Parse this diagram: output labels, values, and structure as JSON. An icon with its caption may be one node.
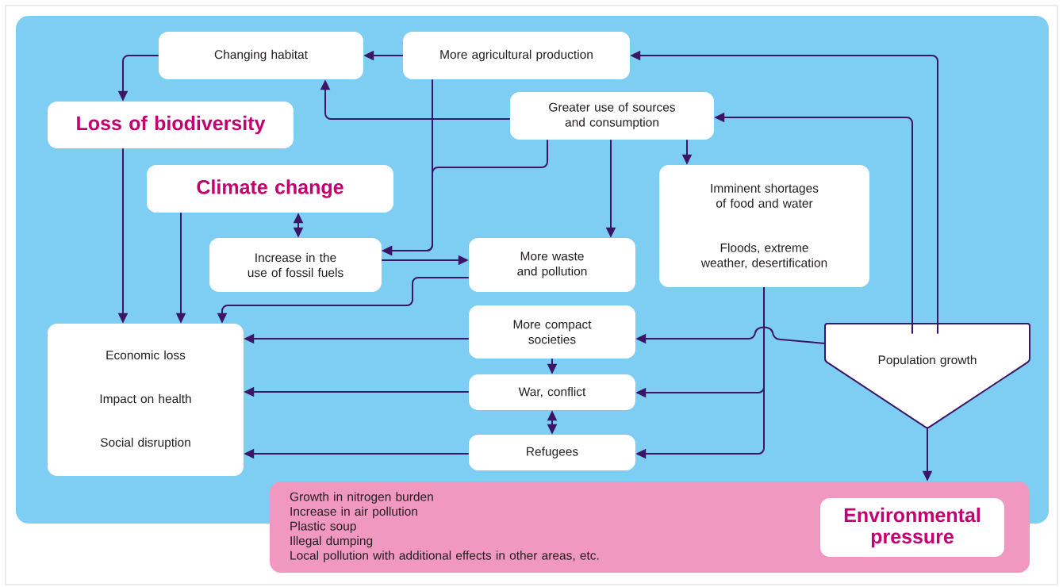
{
  "diagram": {
    "nodes": [
      {
        "text": [
          "Changing habitat"
        ]
      },
      {
        "text": [
          "More agricultural production"
        ]
      },
      {
        "text": [
          "Loss of biodiversity"
        ]
      },
      {
        "text": [
          "Greater use of sources and consumption"
        ]
      },
      {
        "text": [
          "Climate change"
        ]
      },
      {
        "text": [
          "Imminent shortages of food and water",
          "Floods, extreme weather, desertification"
        ]
      },
      {
        "text": [
          "Increase in the use of fossil fuels"
        ]
      },
      {
        "text": [
          "More waste and pollution"
        ]
      },
      {
        "text": [
          "Economic loss",
          "Impact on health",
          "Social disruption"
        ]
      },
      {
        "text": [
          "More compact societies"
        ]
      },
      {
        "text": [
          "Population growth"
        ]
      },
      {
        "text": [
          "War, conflict"
        ]
      },
      {
        "text": [
          "Refugees"
        ]
      },
      {
        "text": [
          "Growth in nitrogen burden",
          "Increase in air pollution",
          "Plastic soup",
          "Illegal dumping",
          "Local pollution with additional effects in other areas, etc."
        ]
      },
      {
        "text": [
          "Environmental pressure"
        ],
        "in": 13
      }
    ],
    "edges": [
      {
        "from": 1,
        "to": 0,
        "arrow": "to"
      },
      {
        "from": 0,
        "to": 2,
        "arrow": "to"
      },
      {
        "from": 3,
        "to": 0,
        "arrow": "to"
      },
      {
        "from": 1,
        "to": 6,
        "arrow": "to"
      },
      {
        "from": 3,
        "to": 6,
        "arrow": "to"
      },
      {
        "from": 3,
        "to": 7,
        "arrow": "to"
      },
      {
        "from": 3,
        "to": 5,
        "arrow": "to"
      },
      {
        "from": 4,
        "to": 6,
        "arrow": "both"
      },
      {
        "from": 6,
        "to": 7,
        "arrow": "to"
      },
      {
        "from": 7,
        "to": 8,
        "arrow": "to"
      },
      {
        "from": 2,
        "to": 8,
        "arrow": "to"
      },
      {
        "from": 4,
        "to": 8,
        "arrow": "to"
      },
      {
        "from": 9,
        "to": 8,
        "arrow": "to"
      },
      {
        "from": 11,
        "to": 8,
        "arrow": "to"
      },
      {
        "from": 12,
        "to": 8,
        "arrow": "to"
      },
      {
        "from": 9,
        "to": 11,
        "arrow": "to"
      },
      {
        "from": 11,
        "to": 12,
        "arrow": "both"
      },
      {
        "from": 10,
        "to": 9,
        "arrow": "to"
      },
      {
        "from": 5,
        "to": 11,
        "arrow": "to"
      },
      {
        "from": 5,
        "to": 12,
        "arrow": "to"
      },
      {
        "from": 10,
        "to": 3,
        "arrow": "to"
      },
      {
        "from": 10,
        "to": 1,
        "arrow": "to"
      },
      {
        "from": 10,
        "to": 13,
        "arrow": "to"
      }
    ]
  }
}
